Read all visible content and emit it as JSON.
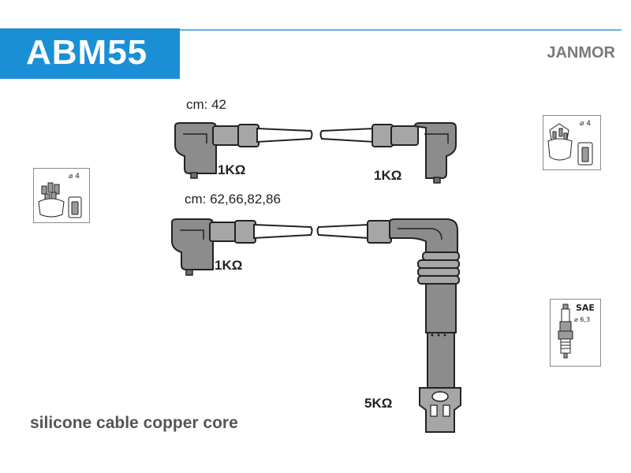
{
  "header": {
    "product_code": "ABM55",
    "brand": "JANMOR",
    "brand_color": "#1b8fd6"
  },
  "cables": [
    {
      "length_label": "cm: 42",
      "resistance_left": "1KΩ",
      "resistance_right": "1KΩ"
    },
    {
      "length_label": "cm: 62,66,82,86",
      "resistance_left": "1KΩ",
      "resistance_right": "5KΩ"
    }
  ],
  "icons": {
    "distributor_left": {
      "name": "distributor-cap-icon",
      "diameter_label": "⌀ 4"
    },
    "distributor_right": {
      "name": "distributor-cap-icon",
      "diameter_label": "⌀ 4"
    },
    "spark_plug": {
      "name": "spark-plug-icon",
      "standard_label": "SAE",
      "diameter_label": "⌀ 6,3"
    }
  },
  "footer": {
    "text": "silicone cable copper core"
  }
}
